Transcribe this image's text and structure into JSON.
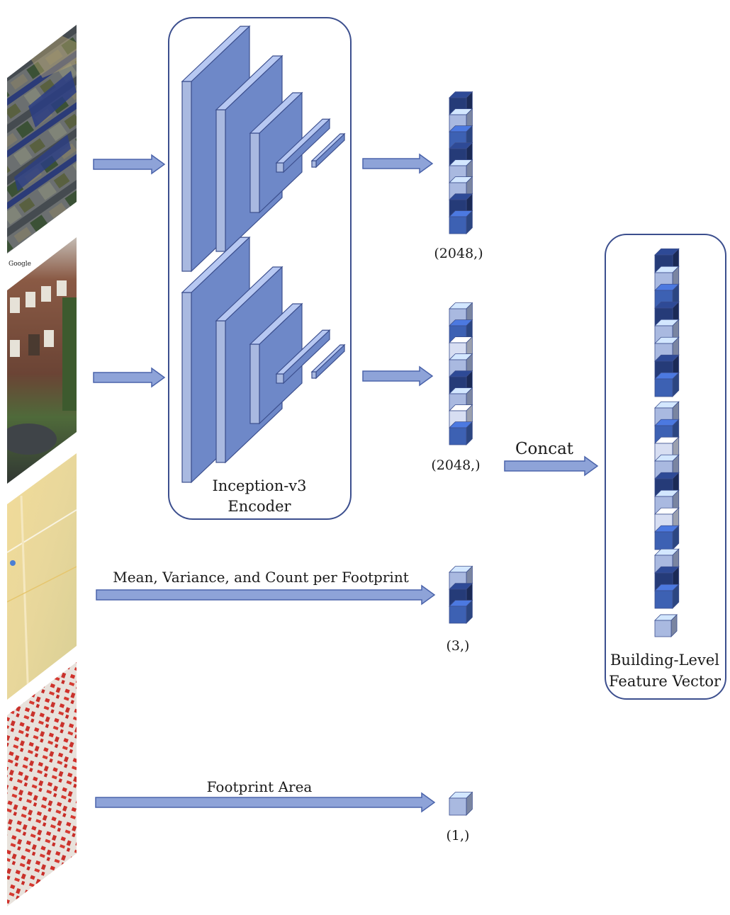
{
  "encoder": {
    "label_line1": "Inception-v3",
    "label_line2": "Encoder"
  },
  "vectors": {
    "aerial_dim": "(2048,)",
    "street_dim": "(2048,)",
    "map_dim": "(3,)",
    "area_dim": "(1,)"
  },
  "arrows": {
    "map_label": "Mean, Variance, and Count per Footprint",
    "footprint_label": "Footprint Area",
    "concat_label": "Concat"
  },
  "output": {
    "label_line1": "Building-Level",
    "label_line2": "Feature Vector"
  },
  "inputs": {
    "google_mark": "Google"
  },
  "colors": {
    "light": "#a9b9e0",
    "mid": "#6e88c8",
    "blue": "#3d61b3",
    "dark": "#253b78",
    "pale": "#d7def2",
    "arrow_fill": "#8ea3d8",
    "arrow_stroke": "#4b64ab",
    "box_stroke": "#3c4f8e"
  }
}
